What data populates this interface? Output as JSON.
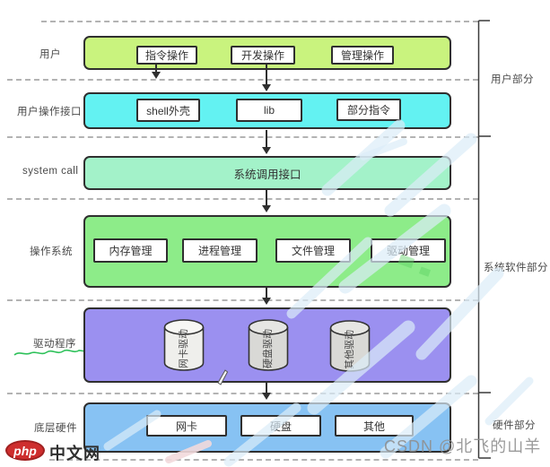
{
  "diagram": {
    "rows": [
      {
        "label": "用户",
        "color": "#c9f37e",
        "items": [
          "指令操作",
          "开发操作",
          "管理操作"
        ]
      },
      {
        "label": "用户操作接口",
        "color": "#63f2f2",
        "items": [
          "shell外壳",
          "lib",
          "部分指令"
        ]
      },
      {
        "label": "system call",
        "color": "#a3f2c9",
        "text": "系统调用接口"
      },
      {
        "label": "操作系统",
        "color": "#8dec89",
        "items": [
          "内存管理",
          "进程管理",
          "文件管理",
          "驱动管理"
        ]
      },
      {
        "label": "驱动程序",
        "color": "#9b90f0",
        "cylinders": [
          "网卡驱动",
          "硬盘驱动",
          "其他驱动"
        ]
      },
      {
        "label": "底层硬件",
        "color": "#87c2f3",
        "items": [
          "网卡",
          "硬盘",
          "其他"
        ]
      }
    ],
    "sections": [
      {
        "label": "用户部分"
      },
      {
        "label": "系统软件部分"
      },
      {
        "label": "硬件部分"
      }
    ]
  },
  "branding": {
    "logo_badge": "php",
    "logo_text": "中文网",
    "watermark": "CSDN @北飞的山羊"
  },
  "colors": {
    "border": "#2f2f2f",
    "dashed_line": "#a6a6a6",
    "watermark_gray": "#909090",
    "logo_red": "#ce2e2e",
    "squiggle_green": "#2ec15a"
  }
}
